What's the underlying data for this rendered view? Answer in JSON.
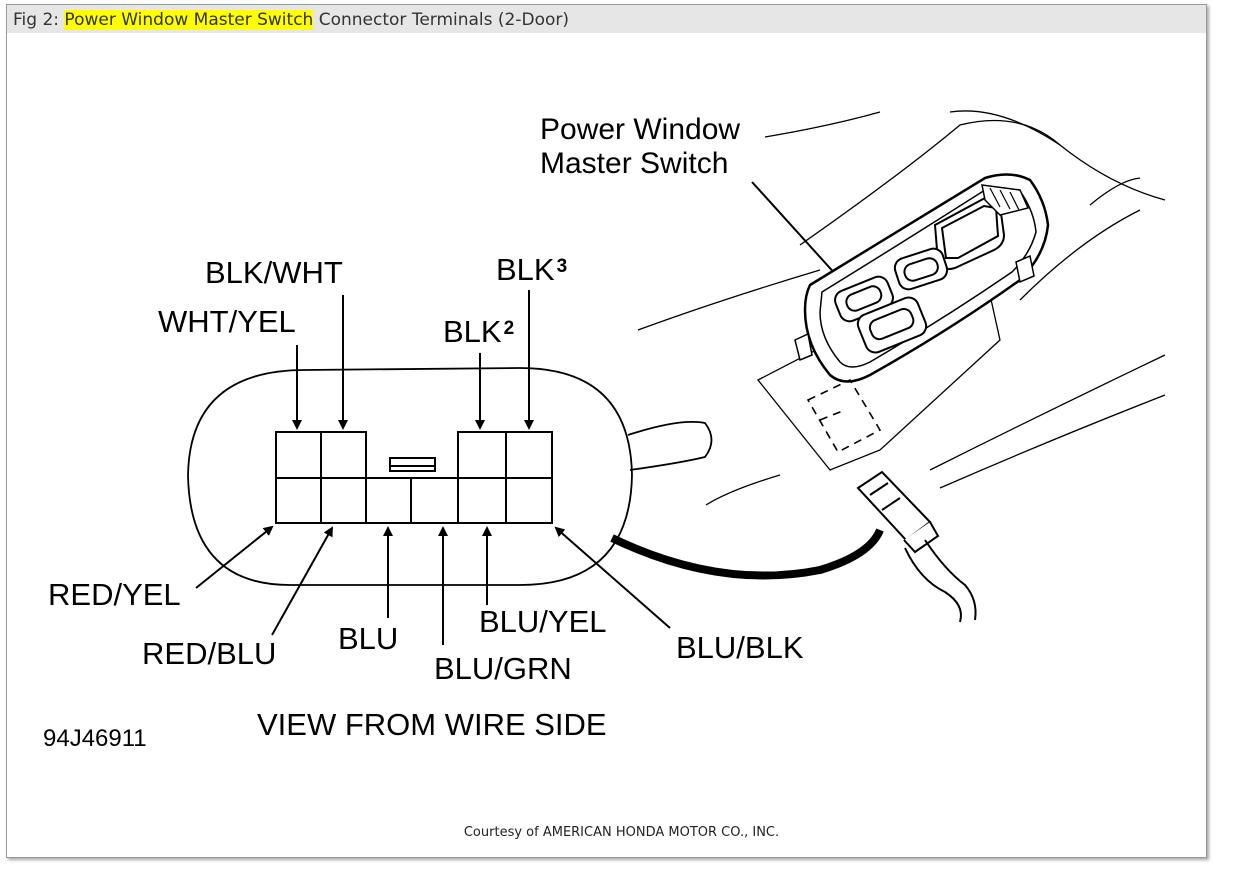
{
  "caption": {
    "prefix": "Fig 2: ",
    "highlight": "Power Window Master Switch",
    "suffix": " Connector Terminals (2-Door)",
    "highlight_color": "#ffff00"
  },
  "switch_label": {
    "line1": "Power Window",
    "line2": "Master Switch"
  },
  "wire_labels": {
    "blk_wht": "BLK/WHT",
    "wht_yel": "WHT/YEL",
    "blk3": "BLK",
    "blk3_sup": "3",
    "blk2": "BLK",
    "blk2_sup": "2",
    "red_yel": "RED/YEL",
    "red_blu": "RED/BLU",
    "blu": "BLU",
    "blu_grn": "BLU/GRN",
    "blu_yel": "BLU/YEL",
    "blu_blk": "BLU/BLK"
  },
  "view_label": "VIEW FROM WIRE SIDE",
  "figure_id": "94J46911",
  "credit": "Courtesy of AMERICAN HONDA MOTOR CO., INC."
}
